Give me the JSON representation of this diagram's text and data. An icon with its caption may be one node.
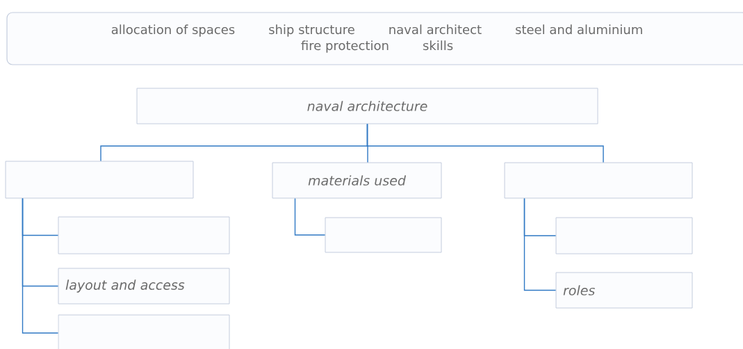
{
  "diagram": {
    "nodes": [
      {
        "text": [
          "allocation of spaces",
          "ship structure",
          "naval architect",
          "steel and aluminium",
          "fire protection",
          "skills"
        ]
      },
      {
        "text": [
          "naval architecture"
        ]
      },
      {
        "text": [],
        "shape": "box"
      },
      {
        "text": [
          "materials used"
        ]
      },
      {
        "text": [],
        "shape": "box"
      },
      {
        "text": [],
        "shape": "box"
      },
      {
        "text": [
          "layout and access"
        ]
      },
      {
        "text": [],
        "shape": "box"
      },
      {
        "text": [],
        "shape": "box"
      },
      {
        "text": [],
        "shape": "box"
      },
      {
        "text": [
          "roles"
        ]
      }
    ],
    "edges": [
      {
        "from": 1,
        "to": 2,
        "arrow": "none"
      },
      {
        "from": 1,
        "to": 3,
        "arrow": "none"
      },
      {
        "from": 1,
        "to": 4,
        "arrow": "none"
      },
      {
        "from": 2,
        "to": 5,
        "arrow": "none"
      },
      {
        "from": 2,
        "to": 6,
        "arrow": "none"
      },
      {
        "from": 2,
        "to": 7,
        "arrow": "none"
      },
      {
        "from": 3,
        "to": 8,
        "arrow": "none"
      },
      {
        "from": 4,
        "to": 9,
        "arrow": "none"
      },
      {
        "from": 4,
        "to": 10,
        "arrow": "none"
      }
    ]
  }
}
